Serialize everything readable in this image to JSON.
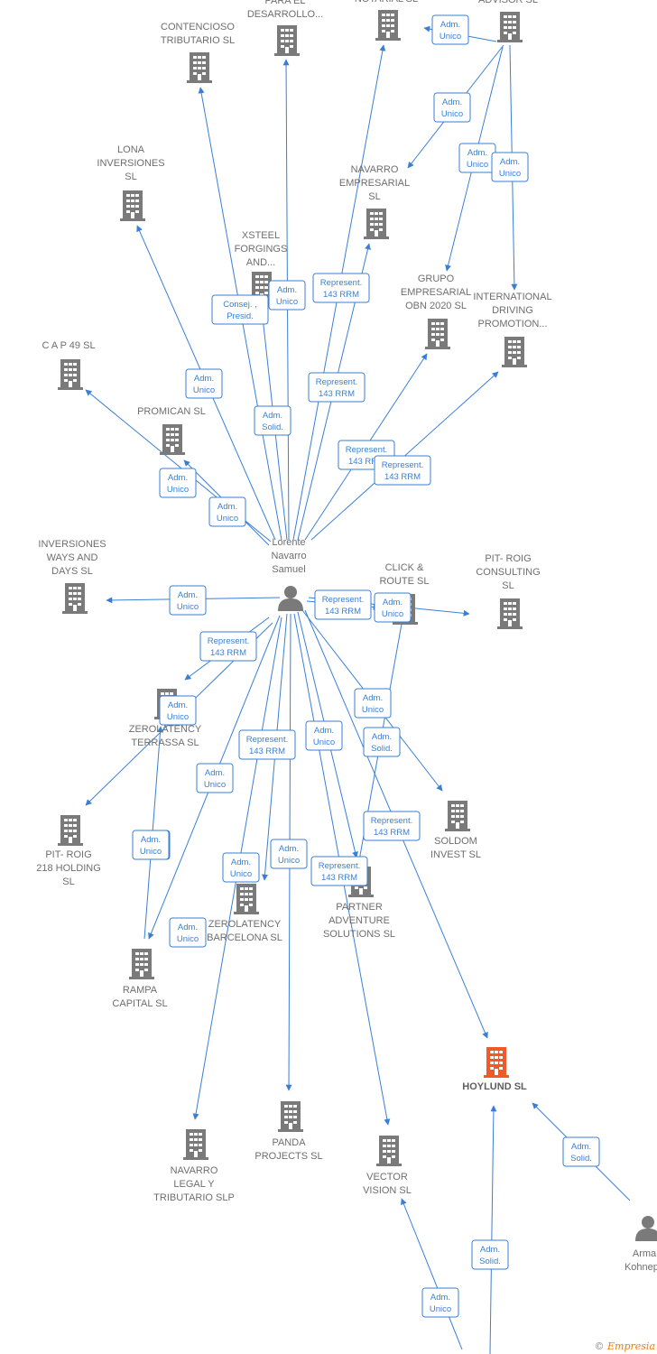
{
  "colors": {
    "edge": "#3a7fd6",
    "building": "#7a7a7a",
    "building_focus": "#f05a28",
    "person": "#7a7a7a",
    "label": "#6e6e6e",
    "badge": "#3a7fd6"
  },
  "nodes": [
    {
      "id": "person_center",
      "kind": "person",
      "lines": [
        "Lorente",
        "Navarro",
        "Samuel"
      ]
    },
    {
      "id": "person_arma",
      "kind": "person",
      "lines": [
        "Arma",
        "Kohnepo"
      ]
    },
    {
      "id": "contencioso",
      "kind": "company",
      "lines": [
        "CONTENCIOSO",
        "TRIBUTARIO  SL"
      ]
    },
    {
      "id": "para_el",
      "kind": "company",
      "lines": [
        "PARA EL",
        "DESARROLLO..."
      ]
    },
    {
      "id": "top3",
      "kind": "company",
      "lines": [
        "NOTARIAL  SL"
      ]
    },
    {
      "id": "advisor",
      "kind": "company",
      "lines": [
        "ADVISOR  SL"
      ]
    },
    {
      "id": "lona",
      "kind": "company",
      "lines": [
        "LONA",
        "INVERSIONES",
        "SL"
      ]
    },
    {
      "id": "navarro_emp",
      "kind": "company",
      "lines": [
        "NAVARRO",
        "EMPRESARIAL",
        "SL"
      ]
    },
    {
      "id": "xsteel",
      "kind": "company",
      "lines": [
        "XSTEEL",
        "FORGINGS",
        "AND..."
      ]
    },
    {
      "id": "grupo",
      "kind": "company",
      "lines": [
        "GRUPO",
        "EMPRESARIAL",
        "OBN 2020  SL"
      ]
    },
    {
      "id": "intl",
      "kind": "company",
      "lines": [
        "INTERNATIONAL",
        "DRIVING",
        "PROMOTION..."
      ]
    },
    {
      "id": "cap49",
      "kind": "company",
      "lines": [
        "C A P 49 SL"
      ]
    },
    {
      "id": "promican",
      "kind": "company",
      "lines": [
        "PROMICAN  SL"
      ]
    },
    {
      "id": "inv_ways",
      "kind": "company",
      "lines": [
        "INVERSIONES",
        "WAYS AND",
        "DAYS  SL"
      ]
    },
    {
      "id": "click",
      "kind": "company",
      "lines": [
        "CLICK &",
        "ROUTE  SL"
      ]
    },
    {
      "id": "pitroig_cons",
      "kind": "company",
      "lines": [
        "PIT- ROIG",
        "CONSULTING",
        "SL"
      ]
    },
    {
      "id": "zero_terrassa",
      "kind": "company",
      "lines": [
        "ZEROLATENCY",
        "TERRASSA  SL"
      ]
    },
    {
      "id": "pitroig_218",
      "kind": "company",
      "lines": [
        "PIT- ROIG",
        "218 HOLDING",
        "SL"
      ]
    },
    {
      "id": "soldom",
      "kind": "company",
      "lines": [
        "SOLDOM",
        "INVEST  SL"
      ]
    },
    {
      "id": "zero_bcn",
      "kind": "company",
      "lines": [
        "ZEROLATENCY",
        "BARCELONA  SL"
      ]
    },
    {
      "id": "partner",
      "kind": "company",
      "lines": [
        "PARTNER",
        "ADVENTURE",
        "SOLUTIONS  SL"
      ]
    },
    {
      "id": "rampa",
      "kind": "company",
      "lines": [
        "RAMPA",
        "CAPITAL  SL"
      ]
    },
    {
      "id": "hoylund",
      "kind": "company_focus",
      "lines": [
        "HOYLUND  SL"
      ]
    },
    {
      "id": "navarro_legal",
      "kind": "company",
      "lines": [
        "NAVARRO",
        "LEGAL Y",
        "TRIBUTARIO  SLP"
      ]
    },
    {
      "id": "panda",
      "kind": "company",
      "lines": [
        "PANDA",
        "PROJECTS  SL"
      ]
    },
    {
      "id": "vector",
      "kind": "company",
      "lines": [
        "VECTOR",
        "VISION SL"
      ]
    }
  ],
  "badges": [
    {
      "lines": [
        "Adm.",
        "Unico"
      ]
    },
    {
      "lines": [
        "Adm.",
        "Unico"
      ]
    },
    {
      "lines": [
        "Adm.",
        "Unico"
      ]
    },
    {
      "lines": [
        "Adm.",
        "Unico"
      ]
    },
    {
      "lines": [
        "Consej. ,",
        "Presid."
      ]
    },
    {
      "lines": [
        "Adm.",
        "Unico"
      ]
    },
    {
      "lines": [
        "Represent.",
        "143 RRM"
      ]
    },
    {
      "lines": [
        "Adm.",
        "Unico"
      ]
    },
    {
      "lines": [
        "Represent.",
        "143 RRM"
      ]
    },
    {
      "lines": [
        "Adm.",
        "Solid."
      ]
    },
    {
      "lines": [
        "Represent.",
        "143 RRM"
      ]
    },
    {
      "lines": [
        "Represent.",
        "143 RRM"
      ]
    },
    {
      "lines": [
        "Adm.",
        "Unico"
      ]
    },
    {
      "lines": [
        "Adm.",
        "Unico"
      ]
    },
    {
      "lines": [
        "Adm.",
        "Unico"
      ]
    },
    {
      "lines": [
        "Represent.",
        "143 RRM"
      ]
    },
    {
      "lines": [
        "Adm.",
        "Unico"
      ]
    },
    {
      "lines": [
        "Represent.",
        "143 RRM"
      ]
    },
    {
      "lines": [
        "Adm.",
        "Unico"
      ]
    },
    {
      "lines": [
        "Adm.",
        "Unico"
      ]
    },
    {
      "lines": [
        "Adm.",
        "Solid."
      ]
    },
    {
      "lines": [
        "Represent.",
        "143 RRM"
      ]
    },
    {
      "lines": [
        "Adm.",
        "Unico"
      ]
    },
    {
      "lines": [
        "Adm.",
        "Unico"
      ]
    },
    {
      "lines": [
        "Adm.",
        "Unico"
      ]
    },
    {
      "lines": [
        "Adm.",
        "Unico"
      ]
    },
    {
      "lines": [
        "Adm.",
        "Unico"
      ]
    },
    {
      "lines": [
        "Adm.",
        "Unico"
      ]
    },
    {
      "lines": [
        "Represent.",
        "143 RRM"
      ]
    },
    {
      "lines": [
        "Represent.",
        "143 RRM"
      ]
    },
    {
      "lines": [
        "Adm.",
        "Unico"
      ]
    },
    {
      "lines": [
        "Adm.",
        "Solid."
      ]
    },
    {
      "lines": [
        "Adm.",
        "Solid."
      ]
    },
    {
      "lines": [
        "Adm.",
        "Unico"
      ]
    }
  ],
  "footer": {
    "copyright": "©",
    "brand_first": "E",
    "brand_rest": "mpresia"
  }
}
